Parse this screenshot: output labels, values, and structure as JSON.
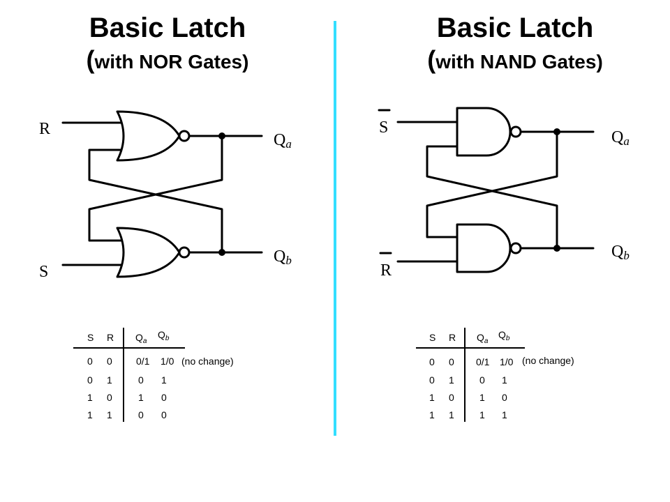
{
  "left": {
    "title": "Basic Latch",
    "subtitle_open": "(",
    "subtitle_text": "with NOR Gates)",
    "labels": {
      "top_input": "R",
      "bottom_input": "S",
      "qa_main": "Q",
      "qa_sub": "a",
      "qb_main": "Q",
      "qb_sub": "b"
    },
    "table": {
      "headers": {
        "s": "S",
        "r": "R",
        "qa": "Q",
        "qa_sub": "a",
        "qb": "Q",
        "qb_sub": "b"
      },
      "rows": [
        {
          "s": "0",
          "r": "0",
          "qa": "0/1",
          "qb": "1/0",
          "note": "(no change)"
        },
        {
          "s": "0",
          "r": "1",
          "qa": "0",
          "qb": "1",
          "note": ""
        },
        {
          "s": "1",
          "r": "0",
          "qa": "1",
          "qb": "0",
          "note": ""
        },
        {
          "s": "1",
          "r": "1",
          "qa": "0",
          "qb": "0",
          "note": ""
        }
      ]
    }
  },
  "right": {
    "title": "Basic Latch",
    "subtitle_open": "(",
    "subtitle_text": "with NAND Gates)",
    "labels": {
      "top_input": "S",
      "bottom_input": "R",
      "qa_main": "Q",
      "qa_sub": "a",
      "qb_main": "Q",
      "qb_sub": "b"
    },
    "table": {
      "headers": {
        "s": "S",
        "r": "R",
        "qa": "Q",
        "qa_sub": "a",
        "qb": "Q",
        "qb_sub": "b"
      },
      "rows": [
        {
          "s": "0",
          "r": "0",
          "qa": "0/1",
          "qb": "1/0",
          "note": "(no change)"
        },
        {
          "s": "0",
          "r": "1",
          "qa": "0",
          "qb": "1",
          "note": ""
        },
        {
          "s": "1",
          "r": "0",
          "qa": "1",
          "qb": "0",
          "note": ""
        },
        {
          "s": "1",
          "r": "1",
          "qa": "1",
          "qb": "1",
          "note": ""
        }
      ]
    }
  },
  "colors": {
    "divider": "#33dfff",
    "ink": "#000000"
  }
}
